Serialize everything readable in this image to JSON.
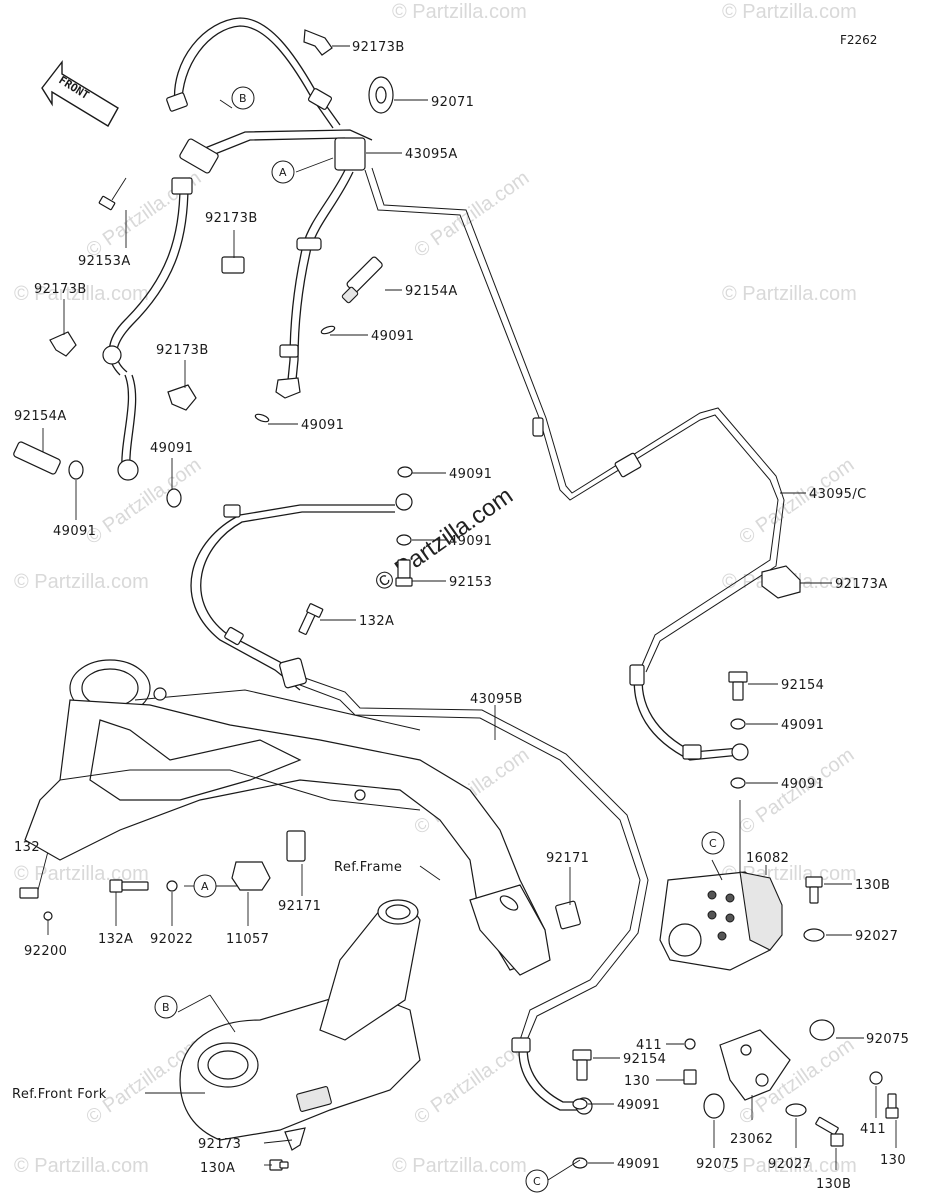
{
  "diagram": {
    "code": "F2262",
    "front_arrow_label": "FRONT",
    "watermark": "© Partzilla.com",
    "center_watermark": "© Partzilla.com",
    "callouts": {
      "a": "A",
      "b": "B",
      "c": "C"
    },
    "refs": {
      "frame": "Ref.Frame",
      "front_fork": "Ref.Front Fork"
    },
    "parts": {
      "p92173B_top": "92173B",
      "p92071": "92071",
      "p43095A": "43095A",
      "p92173B_mid": "92173B",
      "p92153A": "92153A",
      "p92173B_left": "92173B",
      "p92154A_left": "92154A",
      "p92173B_lower": "92173B",
      "p49091_left1": "49091",
      "p49091_left2": "49091",
      "p92154A_center": "92154A",
      "p49091_c1": "49091",
      "p49091_c2": "49091",
      "p49091_c3": "49091",
      "p49091_c4": "49091",
      "p92153": "92153",
      "p132A_top": "132A",
      "p43095C": "43095/C",
      "p92173A": "92173A",
      "p43095B": "43095B",
      "p92154_right": "92154",
      "p49091_r1": "49091",
      "p49091_r2": "49091",
      "p132": "132",
      "p92200": "92200",
      "p132A_bottom": "132A",
      "p92022": "92022",
      "p11057": "11057",
      "p92171_a": "92171",
      "p92171_b": "92171",
      "p16082": "16082",
      "p130B_top": "130B",
      "p92027_top": "92027",
      "p92075_right": "92075",
      "p411_left": "411",
      "p92154_low": "92154",
      "p130_mid": "130",
      "p49091_low1": "49091",
      "p49091_low2": "49091",
      "p92075_low": "92075",
      "p23062": "23062",
      "p92027_low": "92027",
      "p130B_low": "130B",
      "p411_right": "411",
      "p130_right": "130",
      "p92173": "92173",
      "p130A": "130A"
    }
  }
}
